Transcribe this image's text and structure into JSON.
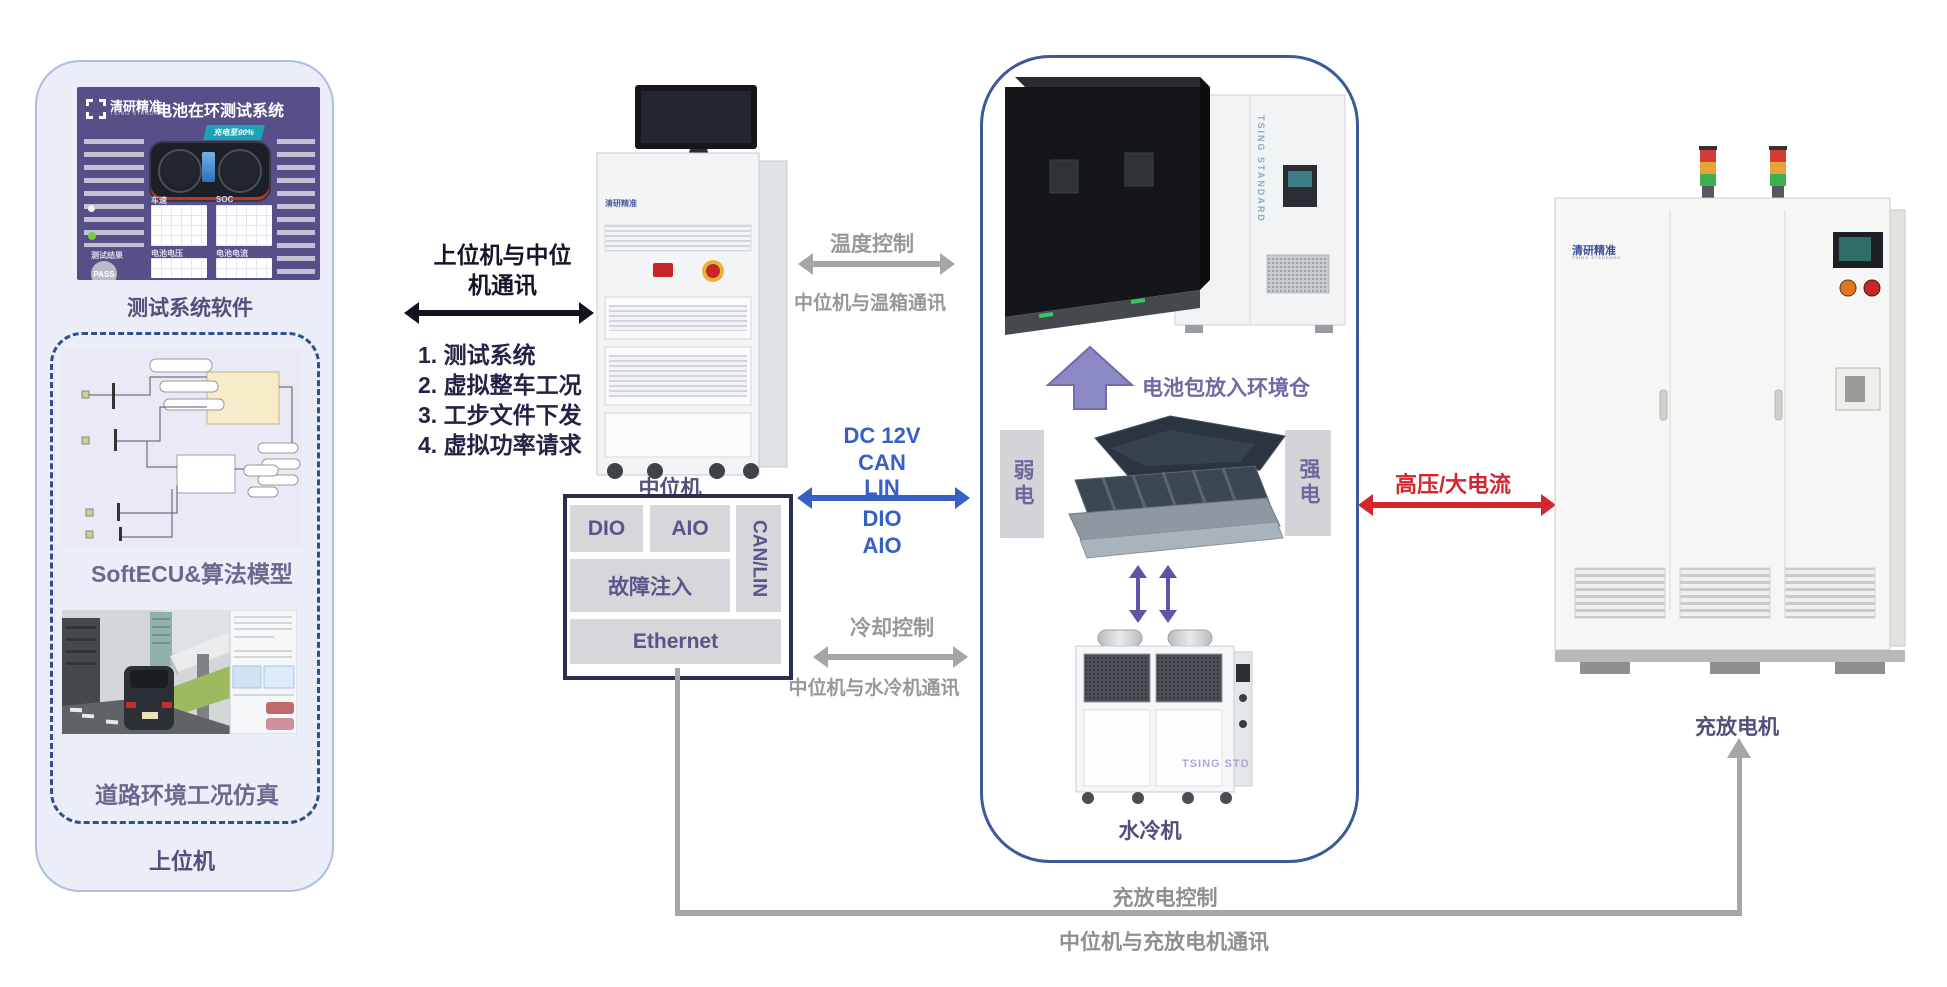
{
  "upper": {
    "software": {
      "brand": "清研精准",
      "brand_sub": "TSING STANDARD",
      "title": "电池在环测试系统",
      "badge": "充电至90%",
      "charts": [
        "车速",
        "SOC",
        "电池电压",
        "电池电流"
      ],
      "result_label": "测试结果",
      "result_value": "PASS"
    },
    "software_label": "测试系统软件",
    "model_label": "SoftECU&算法模型",
    "road_label": "道路环境工况仿真",
    "panel_label": "上位机"
  },
  "comm_left": {
    "label": "上位机与中位机通讯",
    "items": [
      "1. 测试系统",
      "2. 虚拟整车工况",
      "3. 工步文件下发",
      "4. 虚拟功率请求"
    ]
  },
  "mid": {
    "label": "中位机",
    "rack_brand": "清研精准",
    "io": {
      "dio": "DIO",
      "aio": "AIO",
      "canlin": "CAN/LIN",
      "fault": "故障注入",
      "ethernet": "Ethernet"
    }
  },
  "links": {
    "temp_control": "温度控制",
    "temp_comm": "中位机与温箱通讯",
    "bus_top": [
      "DC 12V",
      "CAN",
      "LIN"
    ],
    "bus_bottom": [
      "DIO",
      "AIO"
    ],
    "cool_control": "冷却控制",
    "cool_comm": "中位机与水冷机通讯",
    "hv": "高压/大电流",
    "pack": "电池包放入环境仓",
    "weak": "弱电",
    "strong": "强电",
    "charge_control": "充放电控制",
    "charge_comm": "中位机与充放电机通讯"
  },
  "chamber": {
    "brand": "TSING STANDARD",
    "chiller_label": "水冷机",
    "chiller_brand": "TSING STD"
  },
  "charger": {
    "label": "充放电机",
    "brand": "清研精准",
    "brand_sub": "TSING STANDARD"
  },
  "colors": {
    "accent_blue": "#3760c6",
    "gray": "#98989a",
    "red": "#d4262e",
    "purple": "#6f6ba2",
    "navy_border": "#3a5a9a",
    "label_dark": "#50507a"
  }
}
